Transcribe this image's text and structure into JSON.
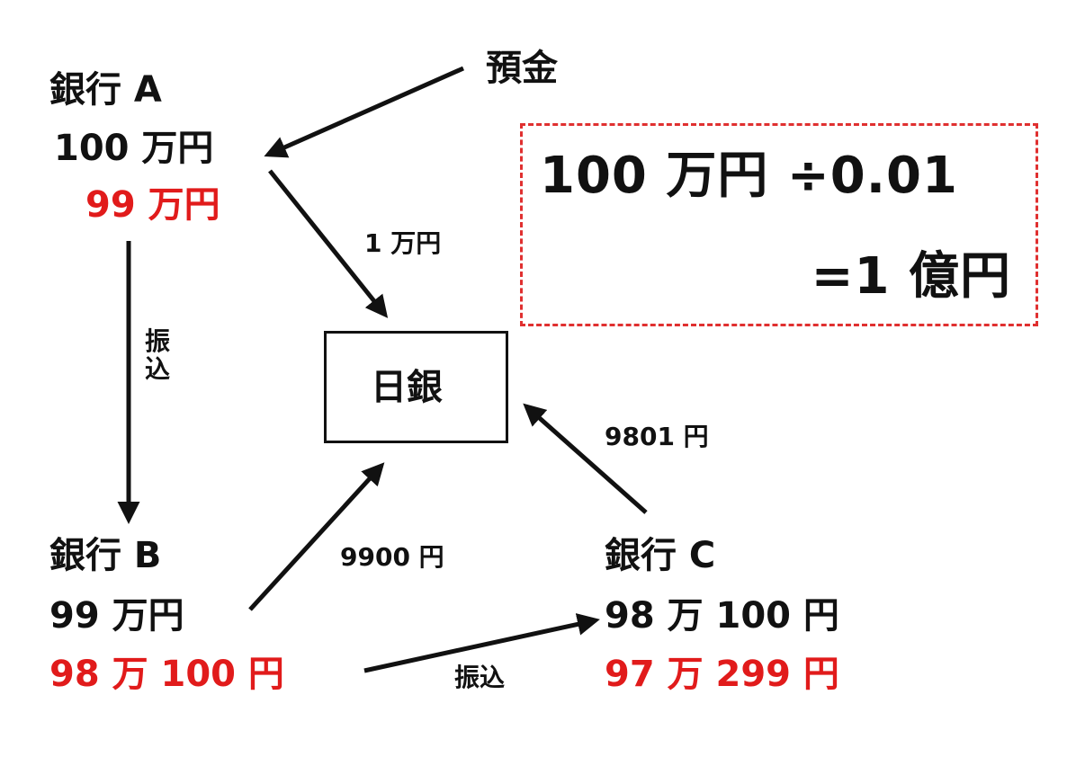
{
  "deposit_label": "預金",
  "central_bank": "日銀",
  "bank_a": {
    "name": "銀行 A",
    "amount": "100 万円",
    "remaining": "99 万円"
  },
  "bank_b": {
    "name": "銀行 B",
    "amount": "99 万円",
    "remaining": "98 万 100 円"
  },
  "bank_c": {
    "name": "銀行 C",
    "amount": "98 万 100 円",
    "remaining": "97 万 299 円"
  },
  "edges": {
    "a_to_boj": "1 万円",
    "a_to_b": "振込",
    "b_to_boj": "9900 円",
    "b_to_c": "振込",
    "c_to_boj": "9801 円"
  },
  "formula": {
    "line1": "100 万円 ÷0.01",
    "line2": "=1 億円"
  },
  "colors": {
    "text": "#111111",
    "highlight": "#e11b1b",
    "dashed_border": "#e03030"
  }
}
